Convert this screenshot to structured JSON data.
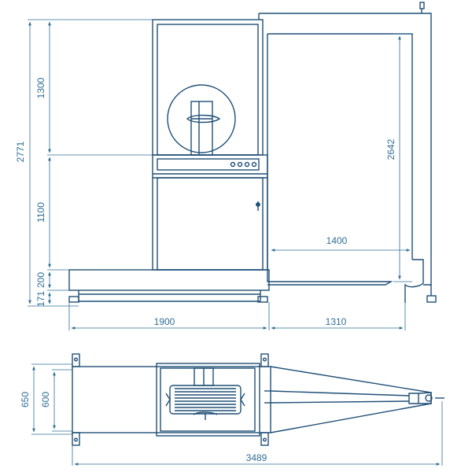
{
  "colors": {
    "line": "#1f4f76",
    "dim": "#2f6f96",
    "background": "#ffffff"
  },
  "dimensions": {
    "overall_height": "2771",
    "upper_section_height": "1300",
    "middle_section_height": "1100",
    "base_height": "200",
    "foot_height": "171",
    "arch_inner_height": "2642",
    "arch_inner_width": "1400",
    "base_length": "1900",
    "extension_length": "1310",
    "plan_outer_width": "650",
    "plan_inner_width": "600",
    "plan_total_length": "3489"
  },
  "icons": {
    "control_buttons": "control-buttons-icon",
    "door_handle": "door-handle-icon",
    "strap_coil": "strap-coil-icon"
  }
}
